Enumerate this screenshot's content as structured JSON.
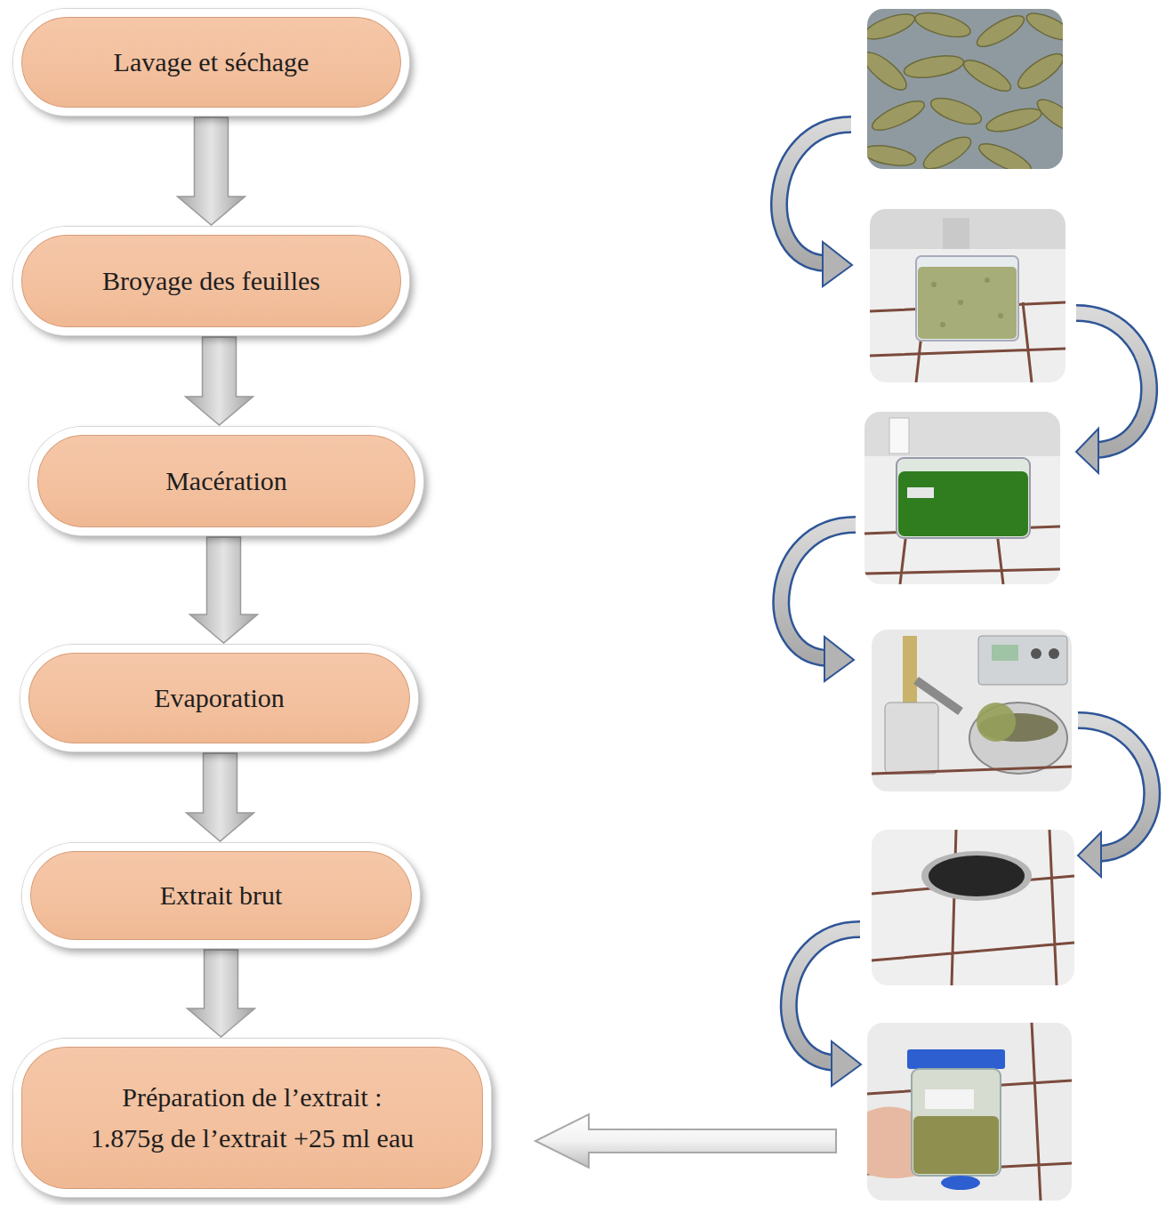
{
  "diagram": {
    "nodes": [
      {
        "text": [
          "Lavage et séchage"
        ]
      },
      {
        "text": [
          "Broyage des feuilles"
        ]
      },
      {
        "text": [
          "Macération"
        ]
      },
      {
        "text": [
          "Evaporation"
        ]
      },
      {
        "text": [
          "Extrait brut"
        ]
      },
      {
        "text": [
          "Préparation de l’extrait :",
          "1.875g de l’extrait +25 ml eau"
        ]
      }
    ],
    "edges": [
      {
        "from": 0,
        "to": 1,
        "arrow": "to"
      },
      {
        "from": 1,
        "to": 2,
        "arrow": "to"
      },
      {
        "from": 2,
        "to": 3,
        "arrow": "to"
      },
      {
        "from": 3,
        "to": 4,
        "arrow": "to"
      },
      {
        "from": 4,
        "to": 5,
        "arrow": "to"
      }
    ]
  }
}
